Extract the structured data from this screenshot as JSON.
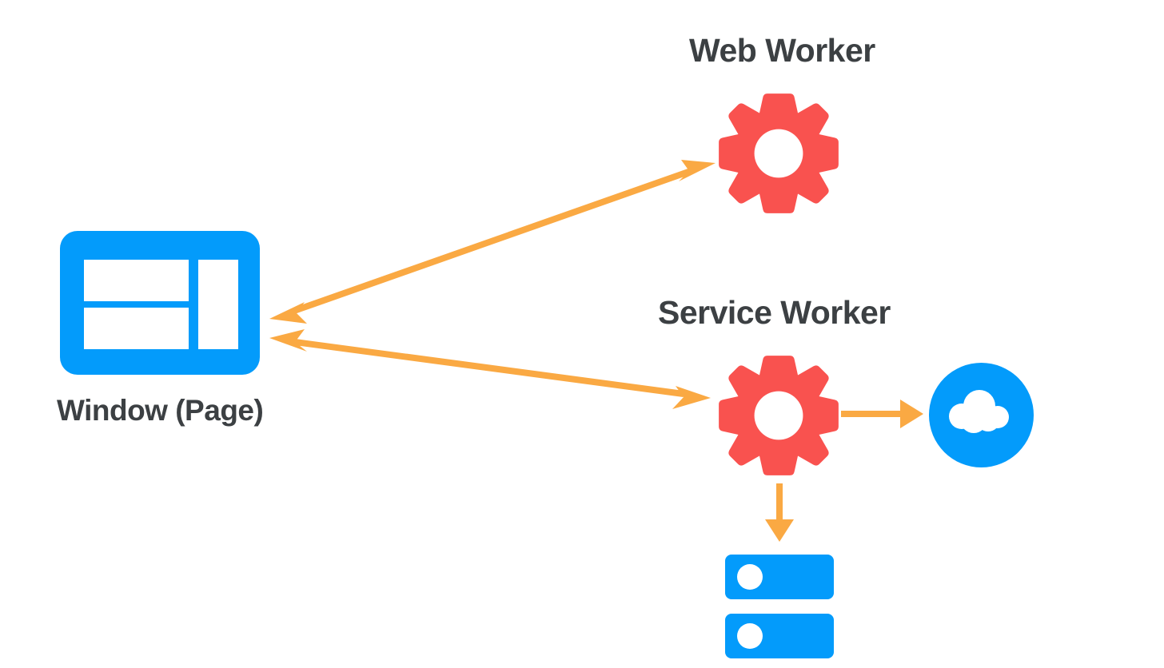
{
  "diagram": {
    "title_semantic": "web-worker-and-service-worker-architecture",
    "background_color": "#ffffff",
    "palette": {
      "blue": "#039bfb",
      "red": "#f9524f",
      "orange": "#faa943",
      "text": "#3c4043",
      "white": "#ffffff"
    },
    "nodes": [
      {
        "id": "window",
        "label": "Window (Page)",
        "icon": "browser-window-icon",
        "color": "#039bfb"
      },
      {
        "id": "web_worker",
        "label": "Web Worker",
        "icon": "gear-icon",
        "color": "#f9524f"
      },
      {
        "id": "service_worker",
        "label": "Service Worker",
        "icon": "gear-icon",
        "color": "#f9524f"
      },
      {
        "id": "network",
        "label": "",
        "icon": "cloud-icon",
        "color": "#039bfb"
      },
      {
        "id": "storage",
        "label": "",
        "icon": "database-icon",
        "color": "#039bfb"
      }
    ],
    "edges": [
      {
        "id": "window-web-worker",
        "from": "window",
        "to": "web_worker",
        "direction": "bidirectional",
        "color": "#faa943",
        "label": ""
      },
      {
        "id": "window-service-worker",
        "from": "window",
        "to": "service_worker",
        "direction": "bidirectional",
        "color": "#faa943",
        "label": ""
      },
      {
        "id": "service-worker-network",
        "from": "service_worker",
        "to": "network",
        "direction": "forward",
        "color": "#faa943",
        "label": ""
      },
      {
        "id": "service-worker-storage",
        "from": "service_worker",
        "to": "storage",
        "direction": "forward",
        "color": "#faa943",
        "label": ""
      }
    ],
    "labels": {
      "web_worker": "Web Worker",
      "service_worker": "Service Worker",
      "window": "Window (Page)"
    }
  }
}
